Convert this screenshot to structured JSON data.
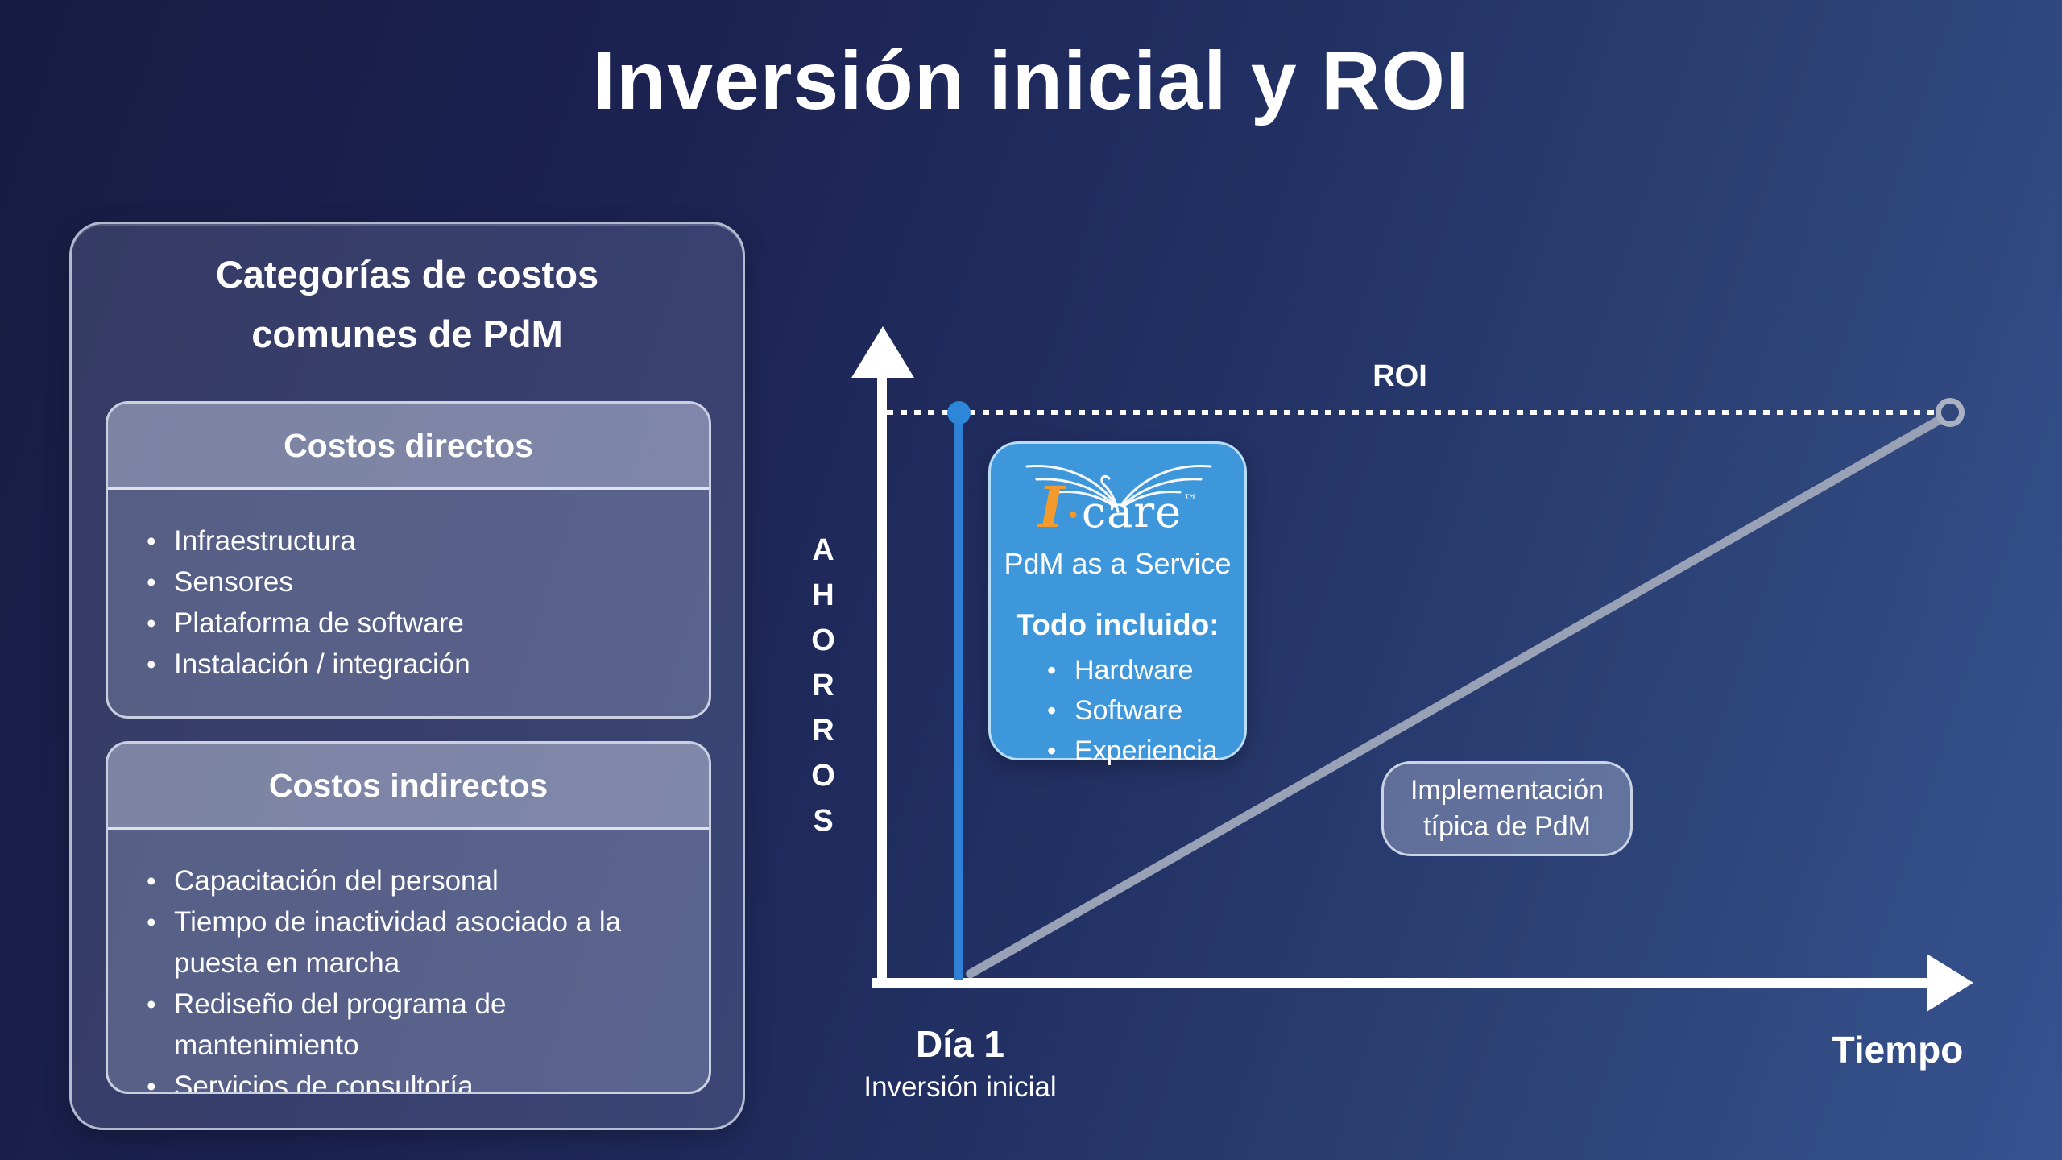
{
  "title": "Inversión inicial y ROI",
  "colors": {
    "background_dark": "#171c42",
    "background_light": "#365390",
    "accent_blue": "#2e81d4",
    "card_blue": "#3e96db",
    "card_border_blue": "#b7dcf5",
    "typical_line_gray": "#99a1b6",
    "logo_orange": "#f29a2e",
    "text": "#ffffff"
  },
  "left_panel": {
    "title_lines": [
      "Categorías de costos",
      "comunes de PdM"
    ],
    "boxes": [
      {
        "header": "Costos directos",
        "items": [
          "Infraestructura",
          "Sensores",
          "Plataforma de software",
          "Instalación / integración"
        ]
      },
      {
        "header": "Costos indirectos",
        "items": [
          "Capacitación del personal",
          "Tiempo de inactividad asociado a la puesta en marcha",
          "Rediseño del programa de mantenimiento",
          "Servicios de consultoría"
        ]
      }
    ]
  },
  "chart": {
    "y_axis_label": "AHORROS",
    "x_axis_label": "Tiempo",
    "roi_label": "ROI",
    "x_origin_label": "Día 1",
    "x_origin_sublabel": "Inversión inicial",
    "typical_box_lines": [
      "Implementación",
      "típica de PdM"
    ]
  },
  "chart_data": {
    "type": "line",
    "title": "Inversión inicial y ROI",
    "xlabel": "Tiempo",
    "ylabel": "AHORROS",
    "grid": false,
    "reference_line": {
      "label": "ROI",
      "style": "dotted-horizontal-white",
      "position": "top of savings axis"
    },
    "x_ticks": [
      {
        "label": "Día 1",
        "sublabel": "Inversión inicial",
        "position": "origin"
      }
    ],
    "series": [
      {
        "name": "PdM as a Service",
        "color": "#2e81d4",
        "shape": "vertical line at Día 1 reaching the ROI line immediately",
        "marker_at_roi": "filled blue dot"
      },
      {
        "name": "Implementación típica de PdM",
        "color": "#99a1b6",
        "shape": "diagonal line from origin reaching the ROI line far along the time axis",
        "marker_at_roi": "open gray ring"
      }
    ],
    "legend_position": "inline annotations"
  },
  "service_card": {
    "logo": {
      "icon": "dove-wings",
      "brand_i": "I",
      "separator": "·",
      "brand_rest": "care",
      "trademark": "™"
    },
    "title": "PdM as a Service",
    "heading": "Todo incluido:",
    "items": [
      "Hardware",
      "Software",
      "Experiencia"
    ]
  }
}
